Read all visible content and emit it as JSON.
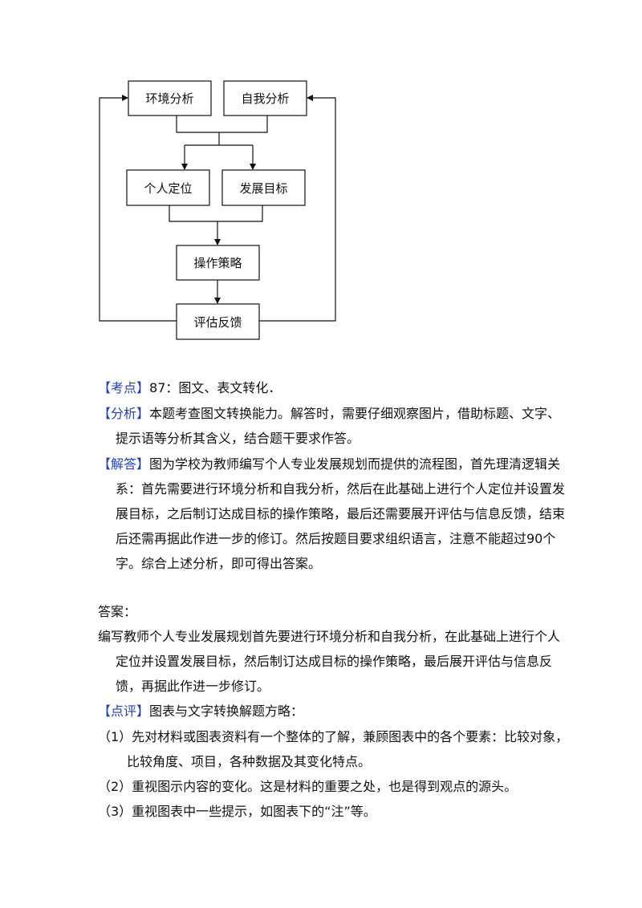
{
  "flowchart": {
    "nodes": {
      "env": "环境分析",
      "self": "自我分析",
      "position": "个人定位",
      "goal": "发展目标",
      "strategy": "操作策略",
      "feedback": "评估反馈"
    }
  },
  "analysis": [
    {
      "tag": "【考点】",
      "text": "87：图文、表文转化．"
    },
    {
      "tag": "【分析】",
      "text": "本题考查图文转换能力。解答时，需要仔细观察图片，借助标题、文字、提示语等分析其含义，结合题干要求作答。"
    },
    {
      "tag": "【解答】",
      "text": "图为学校为教师编写个人专业发展规划而提供的流程图，首先理清逻辑关系：首先需要进行环境分析和自我分析，然后在此基础上进行个人定位并设置发展目标，之后制订达成目标的操作策略，最后还需要展开评估与信息反馈，结束后还需再据此作进一步的修订。然后按题目要求组织语言，注意不能超过90个字。综合上述分析，即可得出答案。"
    }
  ],
  "answer": {
    "heading": "答案：",
    "text": "编写教师个人专业发展规划首先要进行环境分析和自我分析，在此基础上进行个人定位并设置发展目标，然后制订达成目标的操作策略，最后展开评估与信息反馈，再据此作进一步修订。"
  },
  "comment": {
    "tag": "【点评】",
    "text": "图表与文字转换解题方略：",
    "items": [
      "（1）先对材料或图表资料有一个整体的了解，兼顾图表中的各个要素：比较对象，比较角度、项目，各种数据及其变化特点。",
      "（2）重视图示内容的变化。这是材料的重要之处，也是得到观点的源头。",
      "（3）重视图表中一些提示，如图表下的“注”等。"
    ]
  },
  "colors": {
    "tag": "#1f3fbf",
    "text": "#111111"
  }
}
